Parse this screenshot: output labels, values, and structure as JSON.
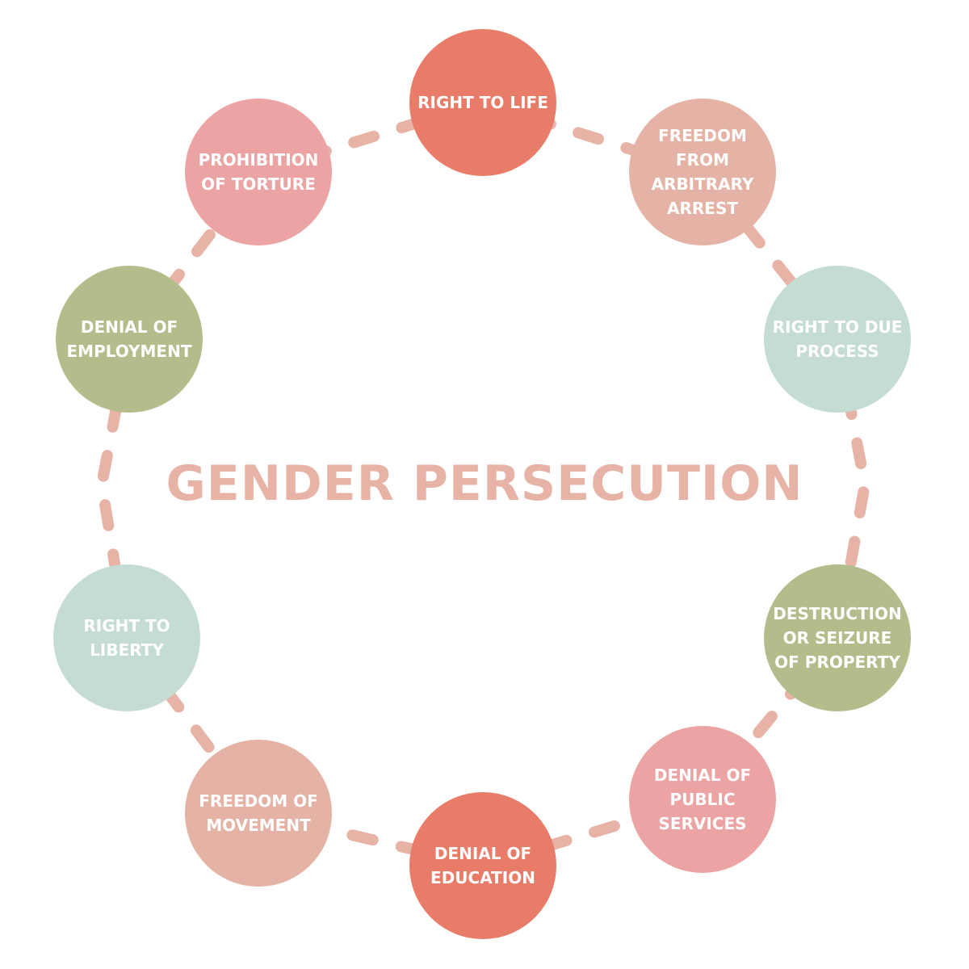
{
  "title": "GENDER PERSECUTION",
  "colors": {
    "title": "#e6b3a6",
    "connector": "#e6b3a6",
    "coral": "#e87c68",
    "peach": "#e5b2a6",
    "mint": "#c5dcd2",
    "olive": "#b3bd8c",
    "pink": "#eca3a4"
  },
  "nodes": [
    {
      "label": "RIGHT TO LIFE",
      "color": "#e87c68"
    },
    {
      "label": "FREEDOM\nFROM\nARBITRARY\nARREST",
      "color": "#e5b2a6"
    },
    {
      "label": "RIGHT TO DUE\nPROCESS",
      "color": "#c5dcd2"
    },
    {
      "label": "DESTRUCTION\nOR SEIZURE\nOF PROPERTY",
      "color": "#b3bd8c"
    },
    {
      "label": "DENIAL OF\nPUBLIC\nSERVICES",
      "color": "#eca3a4"
    },
    {
      "label": "DENIAL OF\nEDUCATION",
      "color": "#e87c68"
    },
    {
      "label": "FREEDOM OF\nMOVEMENT",
      "color": "#e5b2a6"
    },
    {
      "label": "RIGHT TO\nLIBERTY",
      "color": "#c5dcd2"
    },
    {
      "label": "DENIAL OF\nEMPLOYMENT",
      "color": "#b3bd8c"
    },
    {
      "label": "PROHIBITION\nOF TORTURE",
      "color": "#eca3a4"
    }
  ]
}
